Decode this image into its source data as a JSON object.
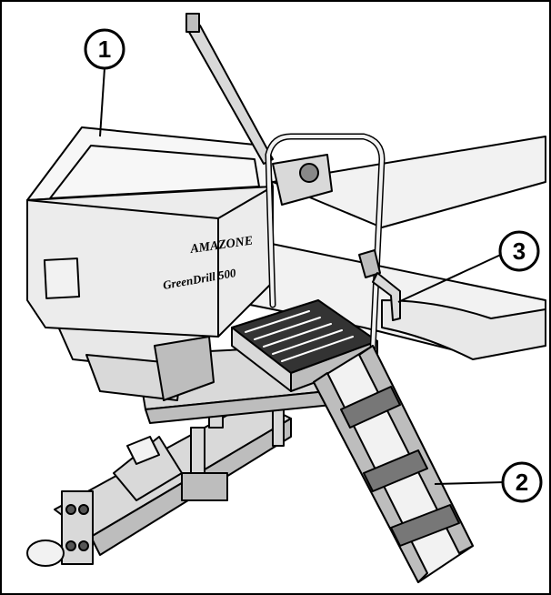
{
  "diagram": {
    "brand_text": "AMAZONE",
    "model_text": "GreenDrill 500",
    "callouts": [
      {
        "id": "callout-1",
        "label": "1"
      },
      {
        "id": "callout-2",
        "label": "2"
      },
      {
        "id": "callout-3",
        "label": "3"
      }
    ]
  },
  "colors": {
    "line": "#000000",
    "fill_light": "#f2f2f2",
    "fill_mid": "#d9d9d9",
    "fill_dark": "#bdbdbd"
  }
}
